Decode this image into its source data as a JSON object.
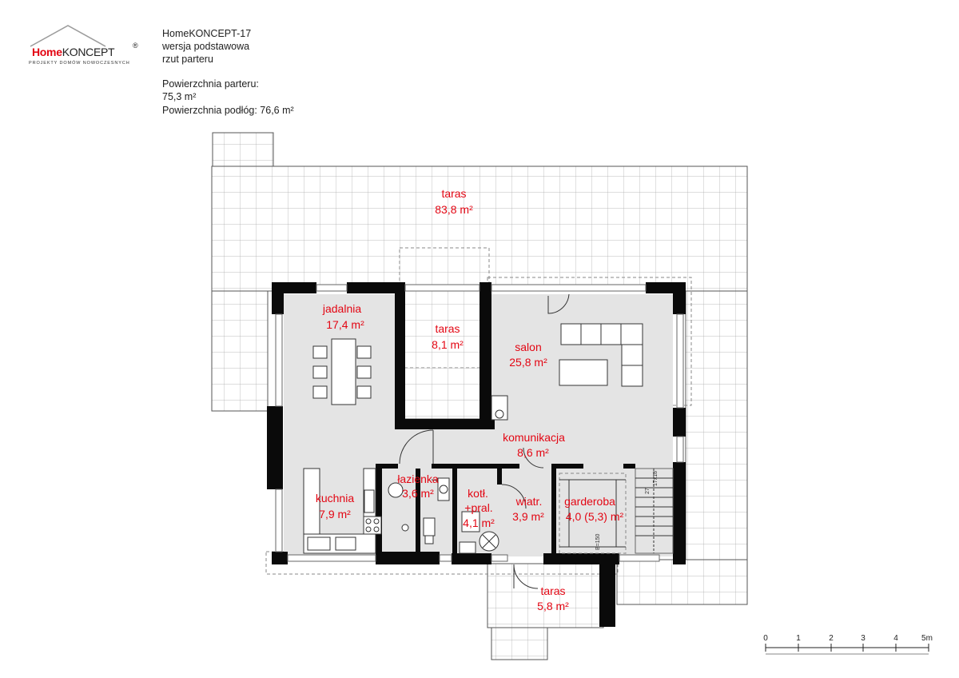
{
  "brand": {
    "name_home": "Home",
    "name_koncept": "KONCEPT",
    "registered": "®",
    "tagline": "PROJEKTY DOMÓW NOWOCZESNYCH",
    "accent_color": "#e30613"
  },
  "project": {
    "title": "HomeKONCEPT-17",
    "variant": "wersja podstawowa",
    "view": "rzut parteru"
  },
  "areas": {
    "ground_floor_label": "Powierzchnia parteru:",
    "ground_floor_value": "75,3 m²",
    "floor_area": "Powierzchnia podłóg: 76,6 m²"
  },
  "rooms": [
    {
      "id": "taras-main",
      "name": "taras",
      "area": "83,8 m²"
    },
    {
      "id": "jadalnia",
      "name": "jadalnia",
      "area": "17,4 m²"
    },
    {
      "id": "taras-inner",
      "name": "taras",
      "area": "8,1 m²"
    },
    {
      "id": "salon",
      "name": "salon",
      "area": "25,8 m²"
    },
    {
      "id": "komunikacja",
      "name": "komunikacja",
      "area": "8,6 m²"
    },
    {
      "id": "lazienka",
      "name": "łazienka",
      "area": "3,6 m²"
    },
    {
      "id": "kuchnia",
      "name": "kuchnia",
      "area": "7,9 m²"
    },
    {
      "id": "kotl",
      "name": "kotł.",
      "name2": "+pral.",
      "area": "4,1 m²"
    },
    {
      "id": "wiatr",
      "name": "wiatr.",
      "area": "3,9 m²"
    },
    {
      "id": "garderoba",
      "name": "garderoba",
      "area": "4,0 (5,3) m²"
    },
    {
      "id": "taras-entry",
      "name": "taras",
      "area": "5,8 m²"
    }
  ],
  "stairs": {
    "steps": "17x18",
    "rise": "27",
    "stair_width": "B=150"
  },
  "scale": {
    "ticks": [
      "0",
      "1",
      "2",
      "3",
      "4",
      "5m"
    ]
  }
}
